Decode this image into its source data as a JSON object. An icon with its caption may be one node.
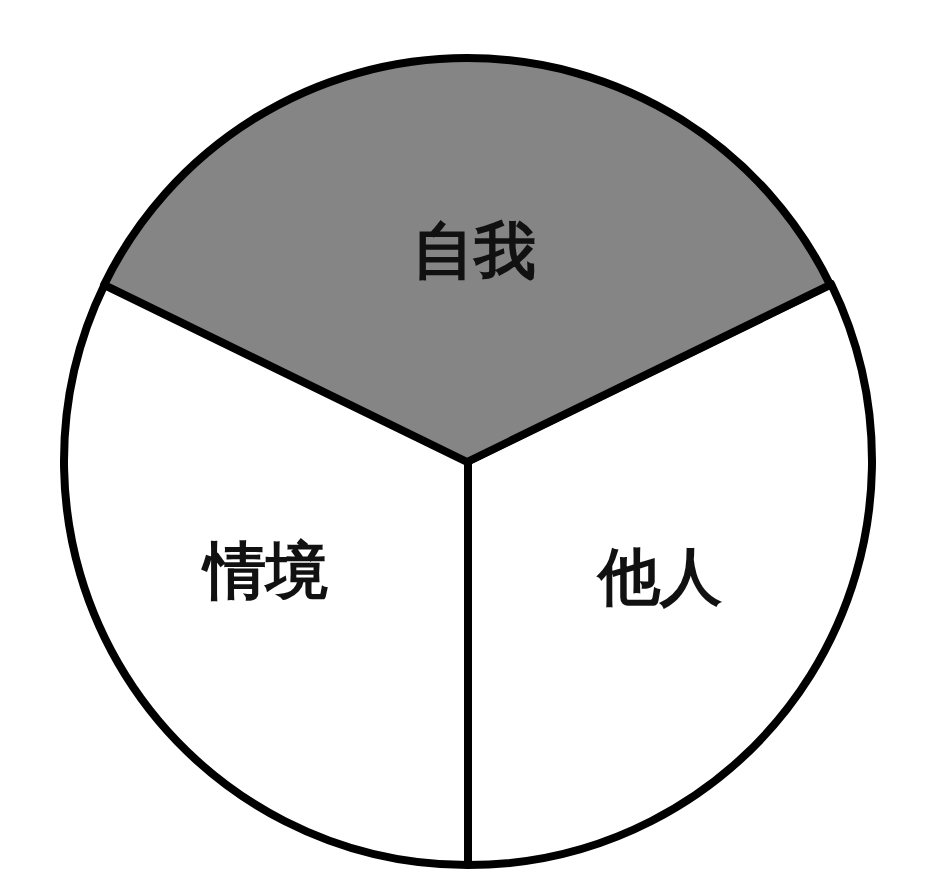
{
  "diagram": {
    "nodes": [
      {
        "text": [
          "自我"
        ]
      },
      {
        "text": [
          "情境"
        ]
      },
      {
        "text": [
          "他人"
        ]
      }
    ]
  }
}
